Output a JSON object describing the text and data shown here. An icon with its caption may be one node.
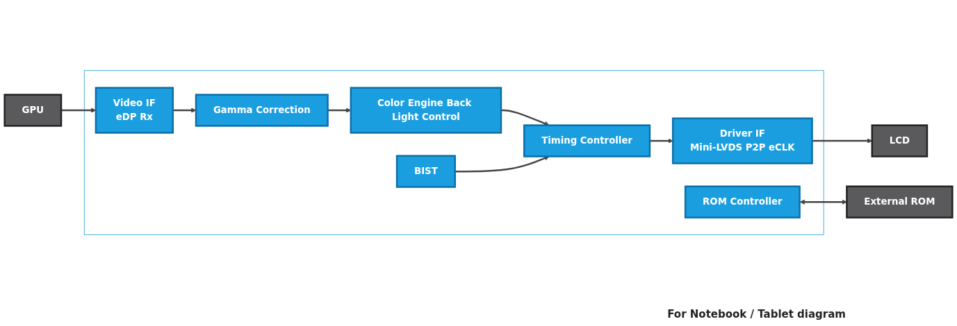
{
  "diagram": {
    "caption": "For Notebook / Tablet diagram",
    "nodes": [
      {
        "text": [
          "GPU"
        ]
      },
      {
        "text": [],
        "shape": "box"
      },
      {
        "text": [
          "Video IF",
          "eDP Rx"
        ],
        "in": 1
      },
      {
        "text": [
          "Gamma Correction"
        ],
        "in": 1
      },
      {
        "text": [
          "Color Engine Back Light Control"
        ],
        "in": 1
      },
      {
        "text": [
          "Timing Controller"
        ],
        "in": 1
      },
      {
        "text": [
          "Driver IF",
          "Mini-LVDS P2P eCLK"
        ],
        "in": 1
      },
      {
        "text": [
          "LCD"
        ]
      },
      {
        "text": [
          "ROM Controller"
        ],
        "in": 1
      },
      {
        "text": [
          "BIST"
        ],
        "in": 1
      },
      {
        "text": [
          "External ROM"
        ]
      }
    ],
    "edges": [
      {
        "from": 0,
        "to": 2,
        "arrow": "to"
      },
      {
        "from": 2,
        "to": 3,
        "arrow": "to"
      },
      {
        "from": 3,
        "to": 4,
        "arrow": "to"
      },
      {
        "from": 4,
        "to": 5,
        "arrow": "to"
      },
      {
        "from": 5,
        "to": 6,
        "arrow": "to"
      },
      {
        "from": 6,
        "to": 7,
        "arrow": "to"
      },
      {
        "from": 9,
        "to": 5,
        "arrow": "to"
      },
      {
        "from": 8,
        "to": 10,
        "arrow": "both"
      }
    ]
  }
}
